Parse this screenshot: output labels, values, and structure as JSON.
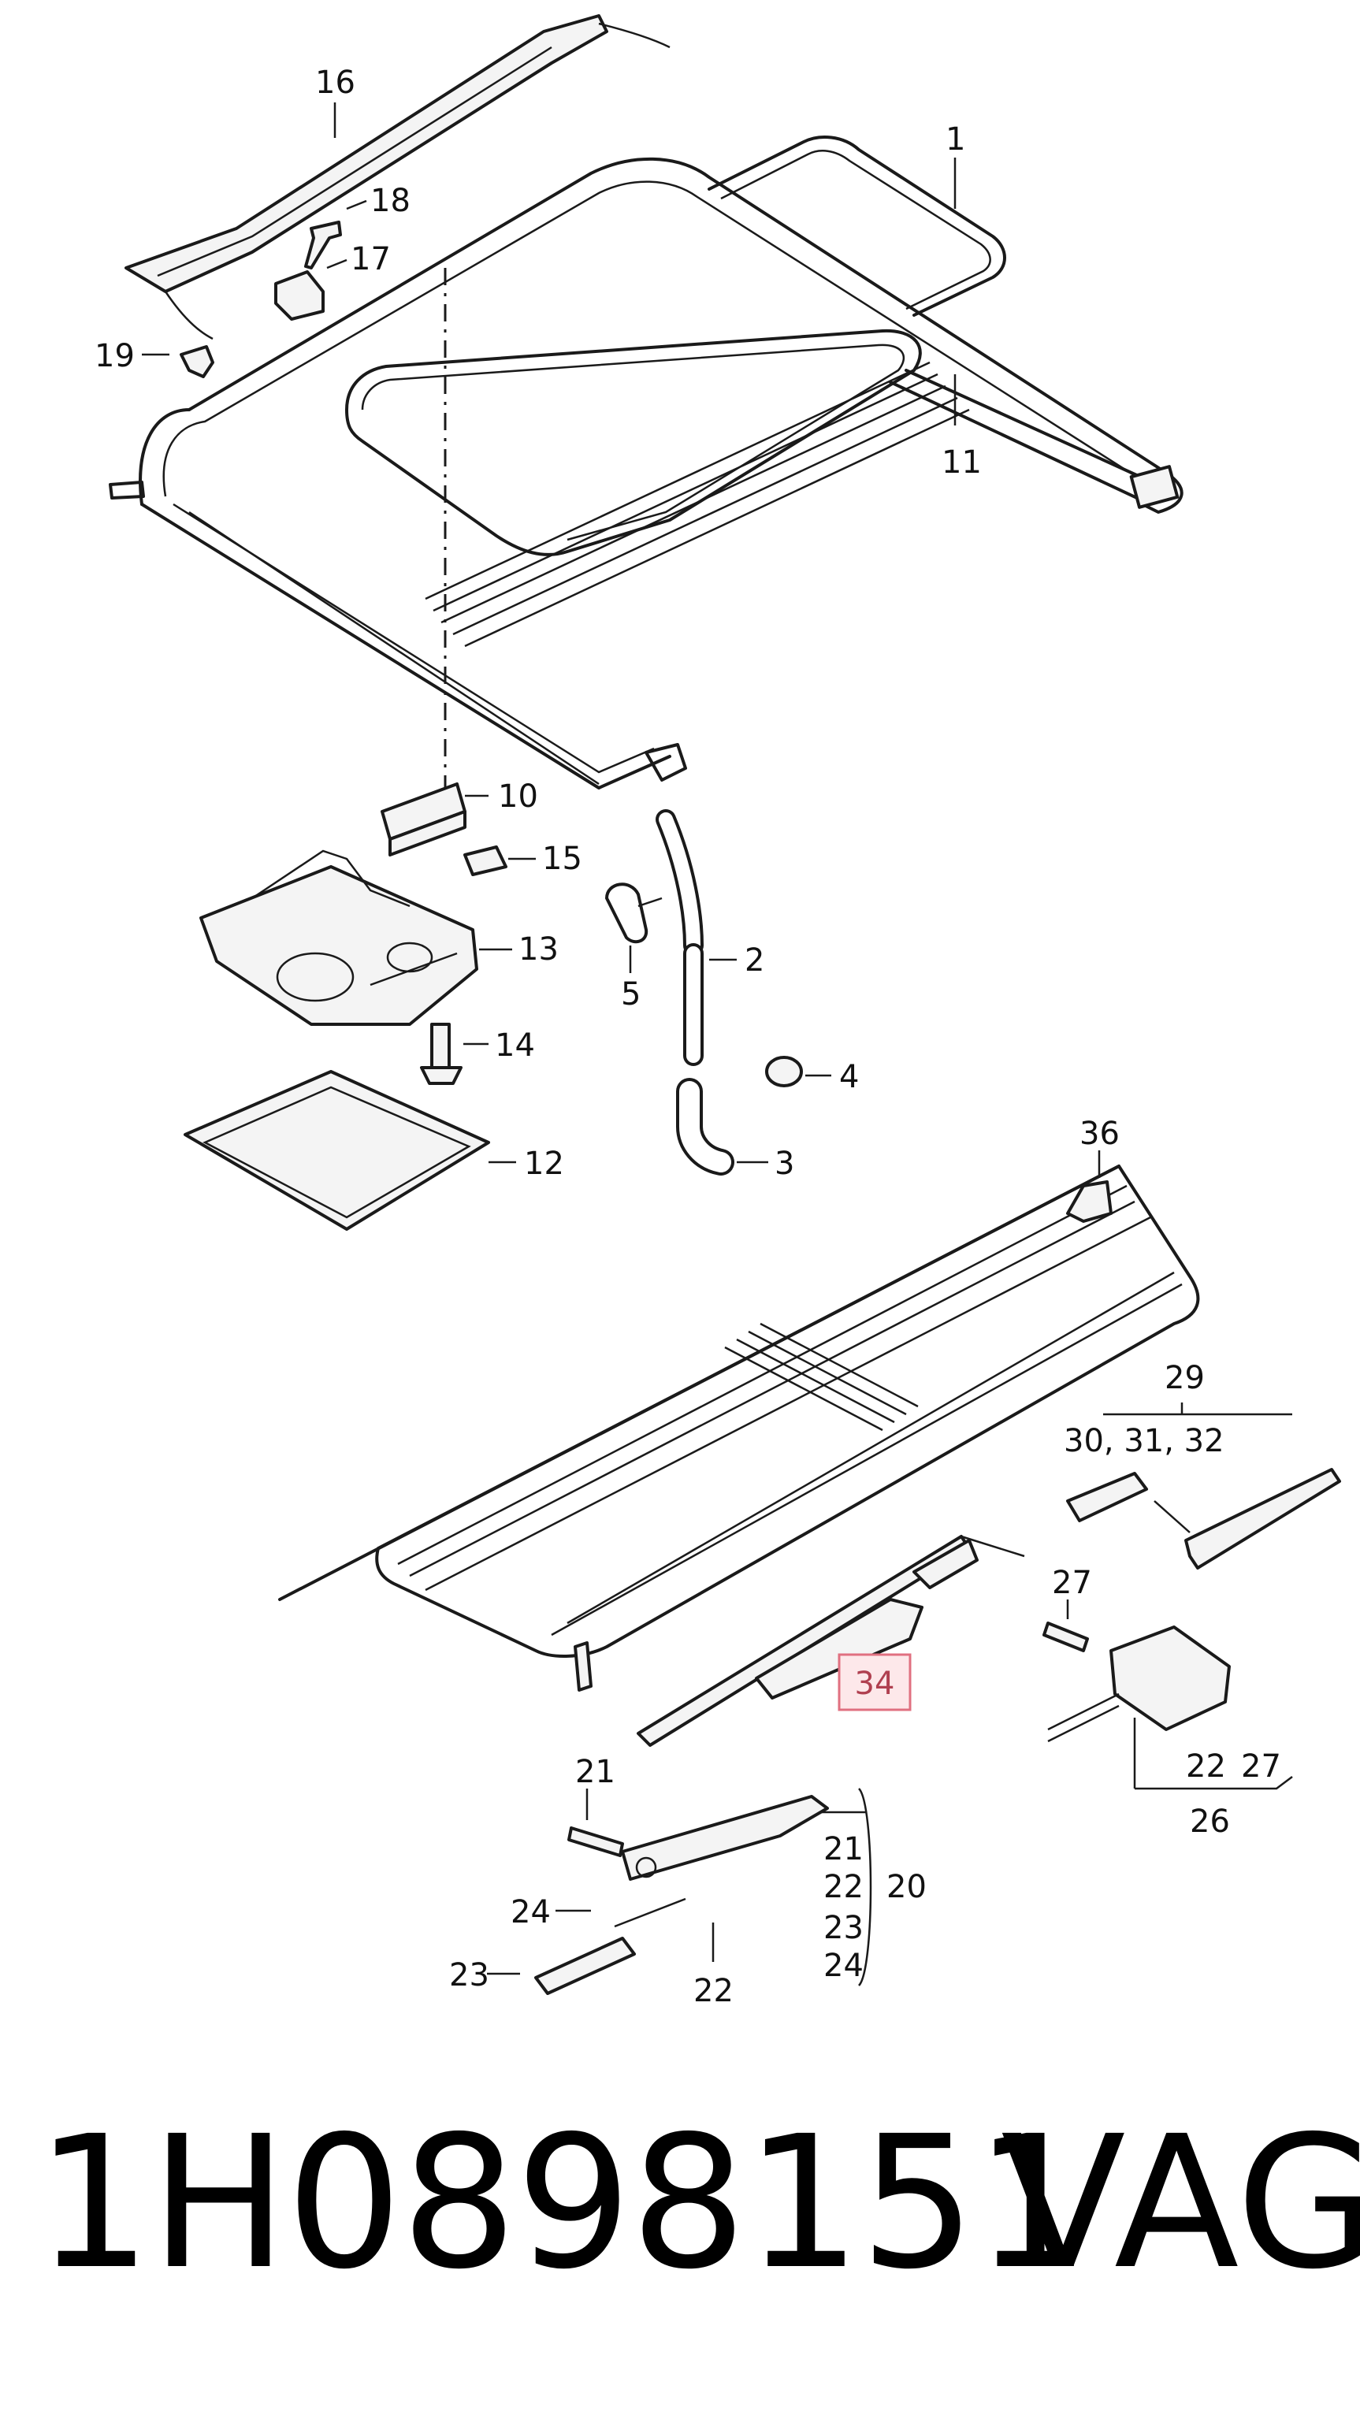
{
  "callouts": {
    "c1": "1",
    "c2": "2",
    "c3": "3",
    "c4": "4",
    "c5": "5",
    "c10": "10",
    "c11": "11",
    "c12": "12",
    "c13": "13",
    "c14": "14",
    "c15": "15",
    "c16": "16",
    "c17": "17",
    "c18": "18",
    "c19": "19",
    "c20": "20",
    "c21a": "21",
    "c21b": "21",
    "c22a": "22",
    "c22b": "22",
    "c22c": "22",
    "c23a": "23",
    "c23b": "23",
    "c24a": "24",
    "c24b": "24",
    "c26": "26",
    "c27a": "27",
    "c27b": "27",
    "c29": "29",
    "c30_32": "30, 31, 32",
    "c34": "34",
    "c36": "36"
  },
  "highlighted_part": "34",
  "highlight_color": "#e07080",
  "part_number": "1H0898151",
  "brand": "VAG"
}
